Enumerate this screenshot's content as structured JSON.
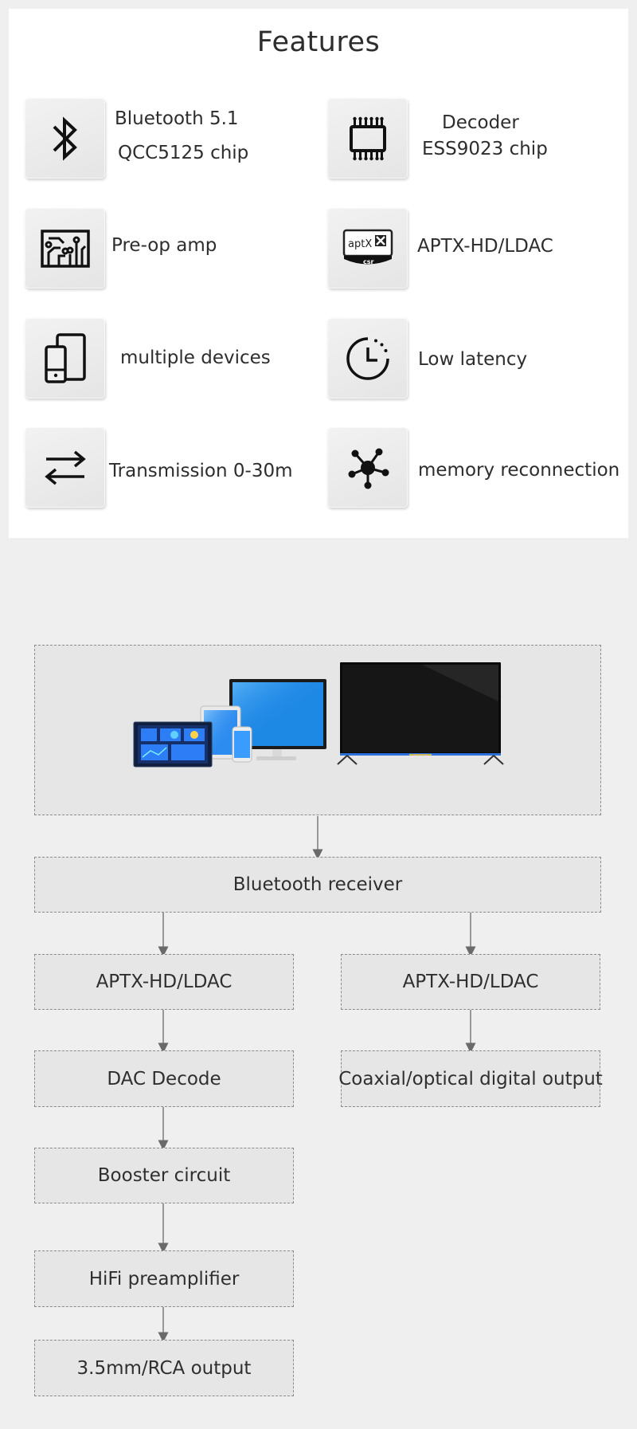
{
  "features": {
    "title": "Features",
    "items": [
      {
        "icon": "bluetooth-icon",
        "line1": "Bluetooth 5.1",
        "line2": "QCC5125 chip"
      },
      {
        "icon": "chip-icon",
        "line1": "Decoder",
        "line2": "ESS9023 chip"
      },
      {
        "icon": "amplifier-board-icon",
        "line1": "Pre-op amp"
      },
      {
        "icon": "aptx-csr-logo-icon",
        "line1": "APTX-HD/LDAC",
        "logo_text": "aptX",
        "logo_sub": "csr"
      },
      {
        "icon": "devices-icon",
        "line1": "multiple devices"
      },
      {
        "icon": "clock-icon",
        "line1": "Low latency"
      },
      {
        "icon": "transfer-arrows-icon",
        "line1": "Transmission 0-30m"
      },
      {
        "icon": "network-nodes-icon",
        "line1": "memory reconnection"
      }
    ]
  },
  "diagram": {
    "source_devices": [
      "tablet",
      "phone-tablet",
      "monitor",
      "tv"
    ],
    "receiver": "Bluetooth receiver",
    "left_branch": [
      "APTX-HD/LDAC",
      "DAC Decode",
      "Booster circuit",
      "HiFi preamplifier",
      "3.5mm/RCA output"
    ],
    "right_branch": [
      "APTX-HD/LDAC",
      "Coaxial/optical digital output"
    ]
  },
  "colors": {
    "page_background": "#efefef",
    "card_background": "#ffffff",
    "node_background": "#e6e6e6",
    "node_border": "#8c8c8c",
    "arrow": "#6a6a6a",
    "screen_blue": "#1a73e8"
  }
}
